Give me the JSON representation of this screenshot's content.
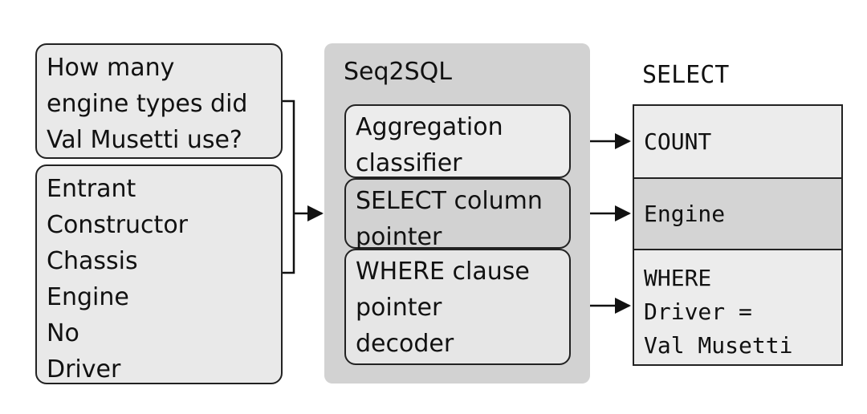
{
  "question": {
    "lines": [
      "How many",
      "engine types did",
      "Val Musetti use?"
    ]
  },
  "columns": [
    "Entrant",
    "Constructor",
    "Chassis",
    "Engine",
    "No",
    "Driver"
  ],
  "model": {
    "title": "Seq2SQL",
    "modules": [
      {
        "lines": [
          "Aggregation",
          "classifier"
        ]
      },
      {
        "lines": [
          "SELECT column",
          "pointer"
        ]
      },
      {
        "lines": [
          "WHERE clause",
          "pointer",
          "decoder"
        ]
      }
    ]
  },
  "output": {
    "header": "SELECT",
    "cells": [
      {
        "lines": [
          "COUNT"
        ]
      },
      {
        "lines": [
          "Engine"
        ]
      },
      {
        "lines": [
          "WHERE",
          "Driver =",
          "Val Musetti"
        ]
      }
    ]
  },
  "colors": {
    "input_box": "#e9e9e9",
    "module_panel": "#d2d2d2",
    "aggregation_box": "#ececec",
    "select_box": "#d2d2d2",
    "where_box": "#e6e6e6",
    "count_cell": "#ececec",
    "engine_cell": "#d4d4d4",
    "where_cell": "#ececec",
    "stroke": "#222222"
  }
}
